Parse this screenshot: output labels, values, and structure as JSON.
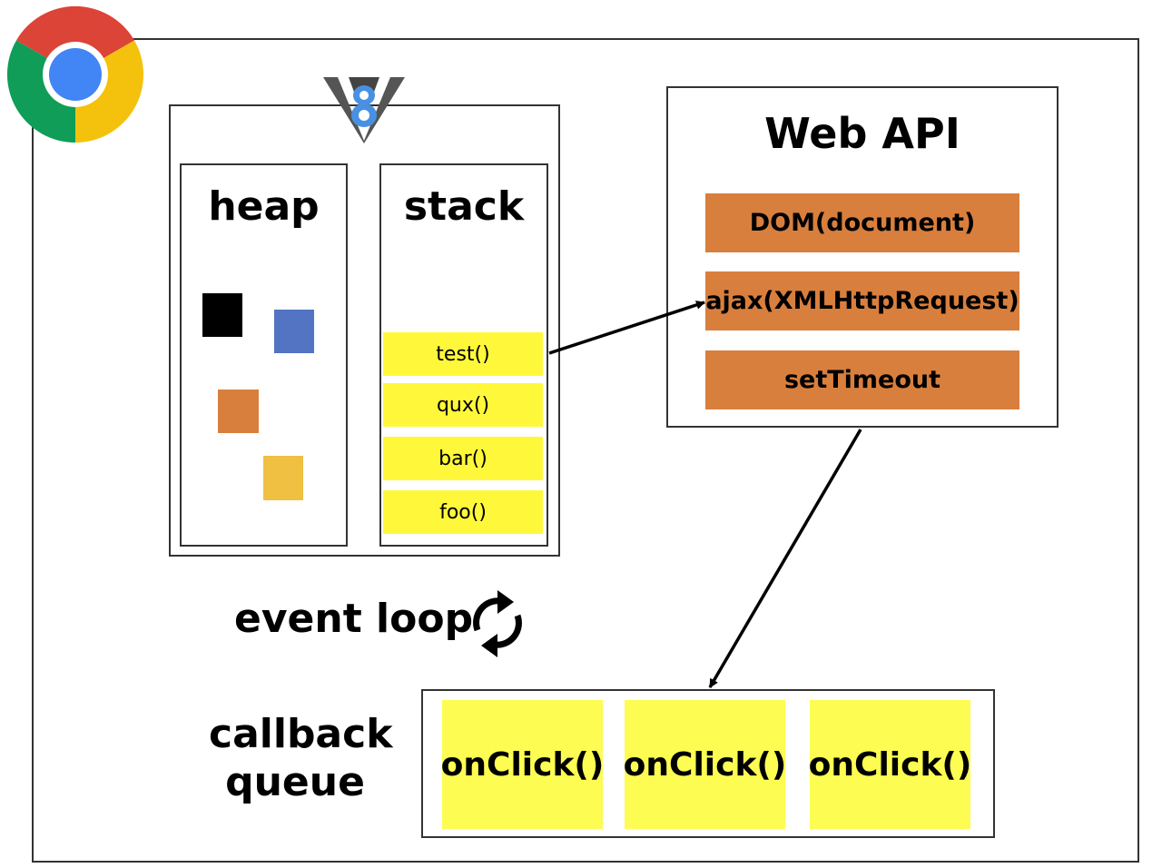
{
  "engine": {
    "heap": {
      "title": "heap",
      "objects": [
        {
          "color": "#000000"
        },
        {
          "color": "#5274c2"
        },
        {
          "color": "#d97f3d"
        },
        {
          "color": "#efc042"
        }
      ]
    },
    "stack": {
      "title": "stack",
      "frames": [
        "test()",
        "qux()",
        "bar()",
        "foo()"
      ]
    }
  },
  "web_api": {
    "title": "Web API",
    "items": [
      "DOM(document)",
      "ajax(XMLHttpRequest)",
      "setTimeout"
    ]
  },
  "event_loop": {
    "label": "event loop"
  },
  "callback_queue": {
    "label": "callback\nqueue",
    "items": [
      "onClick()",
      "onClick()",
      "onClick()"
    ]
  },
  "colors": {
    "stack_frame": "#fff83a",
    "api_item": "#d97f3d",
    "queue_item": "#fdfc52"
  },
  "icons": [
    "chrome-logo-icon",
    "v8-logo-icon",
    "refresh-cycle-icon"
  ]
}
